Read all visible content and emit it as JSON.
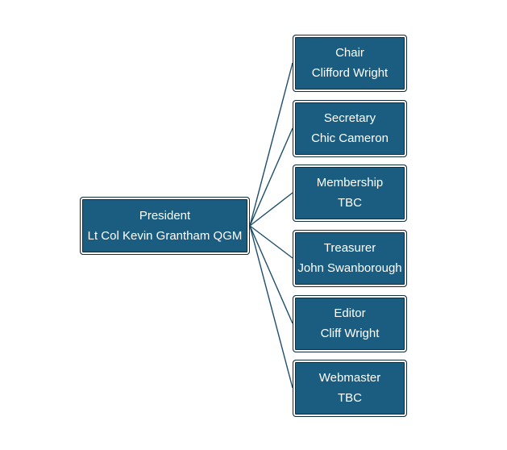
{
  "president": {
    "title": "President",
    "name": "Lt Col Kevin Grantham QGM"
  },
  "members": [
    {
      "title": "Chair",
      "name": "Clifford Wright"
    },
    {
      "title": "Secretary",
      "name": "Chic Cameron"
    },
    {
      "title": "Membership",
      "name": "TBC"
    },
    {
      "title": "Treasurer",
      "name": "John Swanborough"
    },
    {
      "title": "Editor",
      "name": "Cliff Wright"
    },
    {
      "title": "Webmaster",
      "name": "TBC"
    }
  ],
  "colors": {
    "box_fill": "#1a5d80",
    "box_border": "#0e2e40",
    "connector": "#1d4e6b",
    "text": "#ffffff"
  }
}
